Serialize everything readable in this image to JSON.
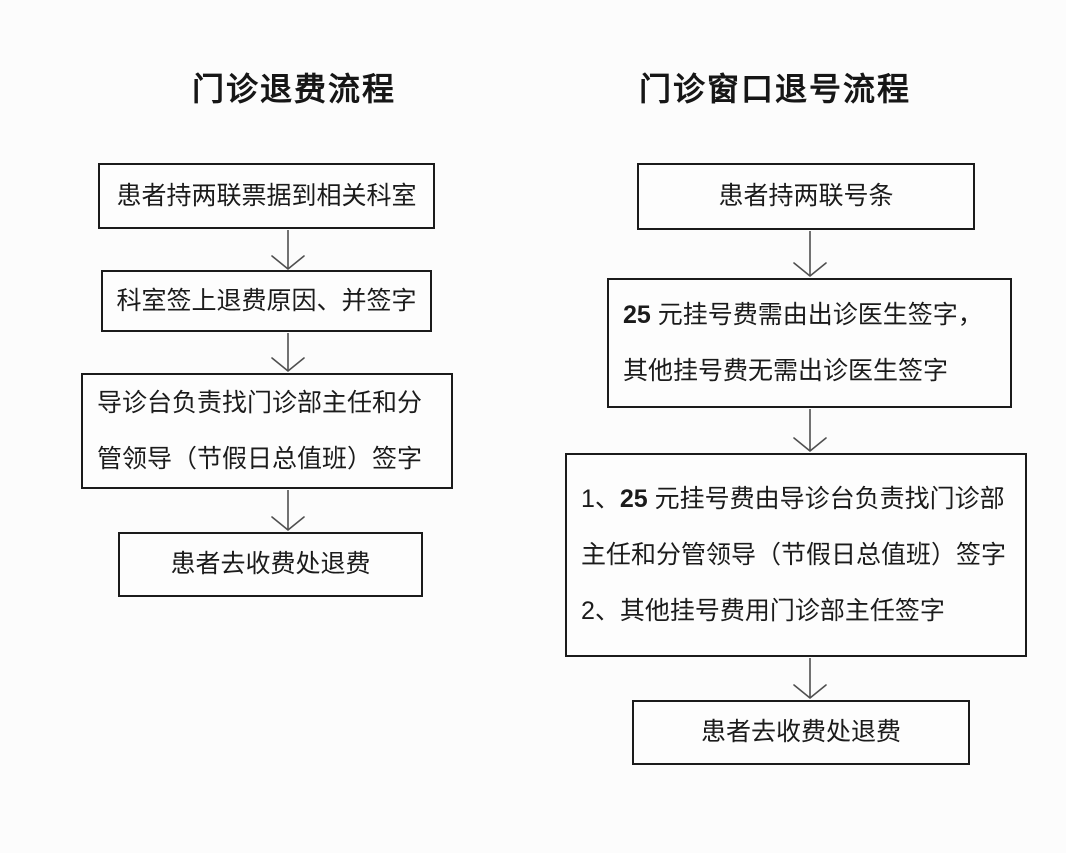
{
  "diagram": {
    "background_color": "#fcfcfc",
    "box_border_color": "#1b1b1b",
    "text_color": "#1b1b1b",
    "arrow_color": "#4f4f4f",
    "flows": [
      {
        "title": "门诊退费流程",
        "nodes": [
          {
            "lines": [
              [
                {
                  "text": "患者持两联票据到相关科室"
                }
              ]
            ]
          },
          {
            "lines": [
              [
                {
                  "text": "科室签上退费原因、并签字"
                }
              ]
            ]
          },
          {
            "lines": [
              [
                {
                  "text": "导诊台负责找门诊部主任和分"
                }
              ],
              [
                {
                  "text": "管领导（节假日总值班）签字"
                }
              ]
            ]
          },
          {
            "lines": [
              [
                {
                  "text": "患者去收费处退费"
                }
              ]
            ]
          }
        ]
      },
      {
        "title": "门诊窗口退号流程",
        "nodes": [
          {
            "lines": [
              [
                {
                  "text": "患者持两联号条"
                }
              ]
            ]
          },
          {
            "lines": [
              [
                {
                  "text": "25 ",
                  "bold": true
                },
                {
                  "text": "元挂号费需由出诊医生签字，"
                }
              ],
              [
                {
                  "text": "其他挂号费无需出诊医生签字"
                }
              ]
            ]
          },
          {
            "lines": [
              [
                {
                  "text": "1、"
                },
                {
                  "text": "25 ",
                  "bold": true
                },
                {
                  "text": "元挂号费由导诊台负责找门诊部"
                }
              ],
              [
                {
                  "text": "主任和分管领导（节假日总值班）签字"
                }
              ],
              [
                {
                  "text": "2、其他挂号费用门诊部主任签字"
                }
              ]
            ]
          },
          {
            "lines": [
              [
                {
                  "text": "患者去收费处退费"
                }
              ]
            ]
          }
        ]
      }
    ]
  }
}
